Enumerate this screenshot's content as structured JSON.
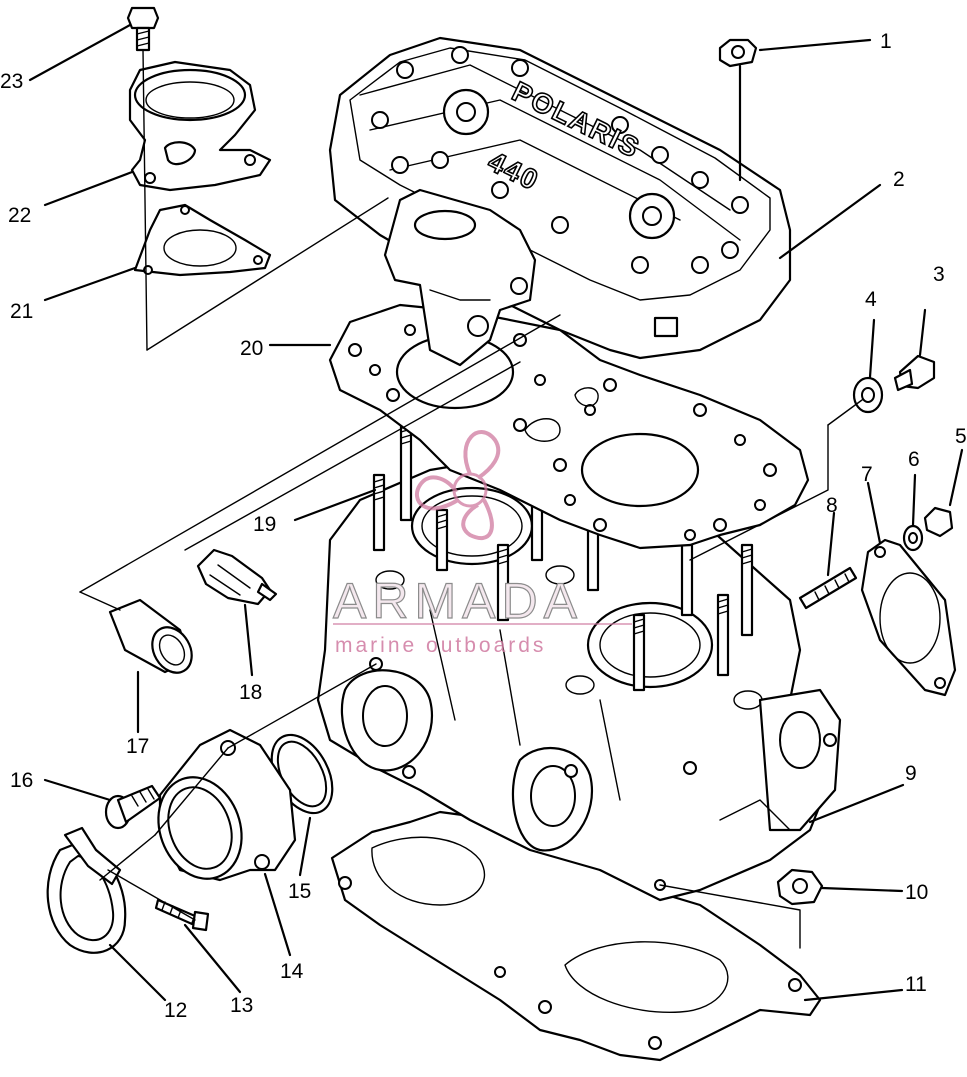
{
  "callouts": [
    "1",
    "2",
    "3",
    "4",
    "5",
    "6",
    "7",
    "8",
    "9",
    "10",
    "11",
    "12",
    "13",
    "14",
    "15",
    "16",
    "17",
    "18",
    "19",
    "20",
    "21",
    "22",
    "23"
  ],
  "cover_text": {
    "brand": "POLARIS",
    "model": "440"
  },
  "watermark": {
    "name": "ARMADA",
    "tagline": "marine outboards"
  },
  "colors": {
    "line": "#000000",
    "background": "#ffffff",
    "watermark_accent": "#d07aa0"
  }
}
